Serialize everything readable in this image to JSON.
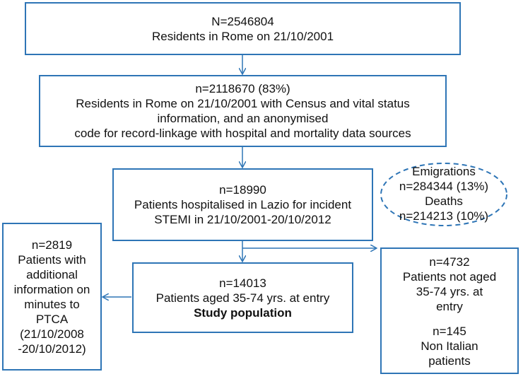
{
  "boxes": {
    "total": {
      "count": "N=2546804",
      "label": "Residents in Rome on 21/10/2001"
    },
    "census": {
      "count": "n=2118670 (83%)",
      "line1": "Residents in Rome on 21/10/2001 with Census and vital status",
      "line2": "information, and an anonymised",
      "line3": "code for record-linkage with hospital and mortality data sources"
    },
    "stemi": {
      "count": "n=18990",
      "line1": "Patients hospitalised in Lazio for incident",
      "line2": "STEMI in 21/10/2001-20/10/2012"
    },
    "exclusions": {
      "emigrations_label": "Emigrations",
      "emigrations_count": "n=284344 (13%)",
      "deaths_label": "Deaths",
      "deaths_count": "n=214213 (10%)"
    },
    "study": {
      "count": "n=14013",
      "line1": "Patients aged 35-74 yrs. at entry",
      "line2": "Study population"
    },
    "ptca": {
      "count": "n=2819",
      "lines": [
        "Patients with",
        "additional",
        "information on",
        "minutes to",
        "PTCA",
        "(21/10/2008",
        "-20/10/2012)"
      ]
    },
    "excluded": {
      "count1": "n=4732",
      "lines1": [
        "Patients not aged",
        "35-74 yrs. at",
        "entry"
      ],
      "count2": "n=145",
      "lines2": [
        "Non Italian",
        "patients"
      ]
    }
  },
  "colors": {
    "border": "#2e75b6",
    "arrow": "#2e75b6",
    "text": "#111111"
  }
}
